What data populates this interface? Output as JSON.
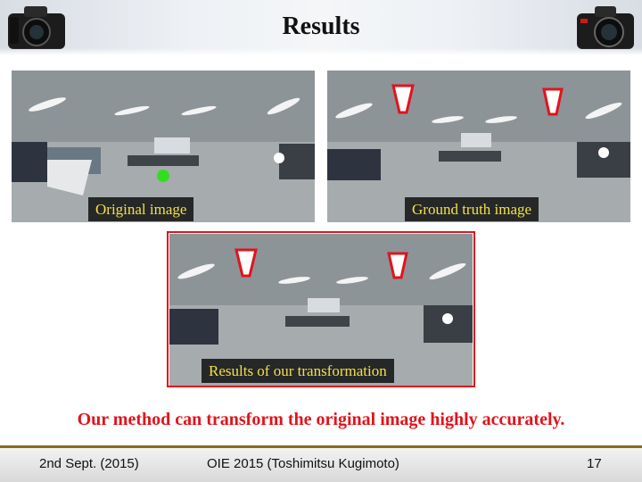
{
  "slide": {
    "title": "Results",
    "caption": "Our method can transform the original image highly accurately.",
    "footer": {
      "date": "2nd Sept. (2015)",
      "conference": "OIE 2015 (Toshimitsu Kugimoto)",
      "page_number": "17"
    }
  },
  "panels": [
    {
      "label": "Original image"
    },
    {
      "label": "Ground truth image"
    },
    {
      "label": "Results of our transformation"
    }
  ],
  "colors": {
    "caption": "#e0141c",
    "label_text": "#f2e04a",
    "marker_green": "#33dd22",
    "highlight_border": "#e0141c",
    "footer_rule": "#8b6a1e"
  },
  "icons": [
    "camera-icon",
    "camera-icon"
  ]
}
